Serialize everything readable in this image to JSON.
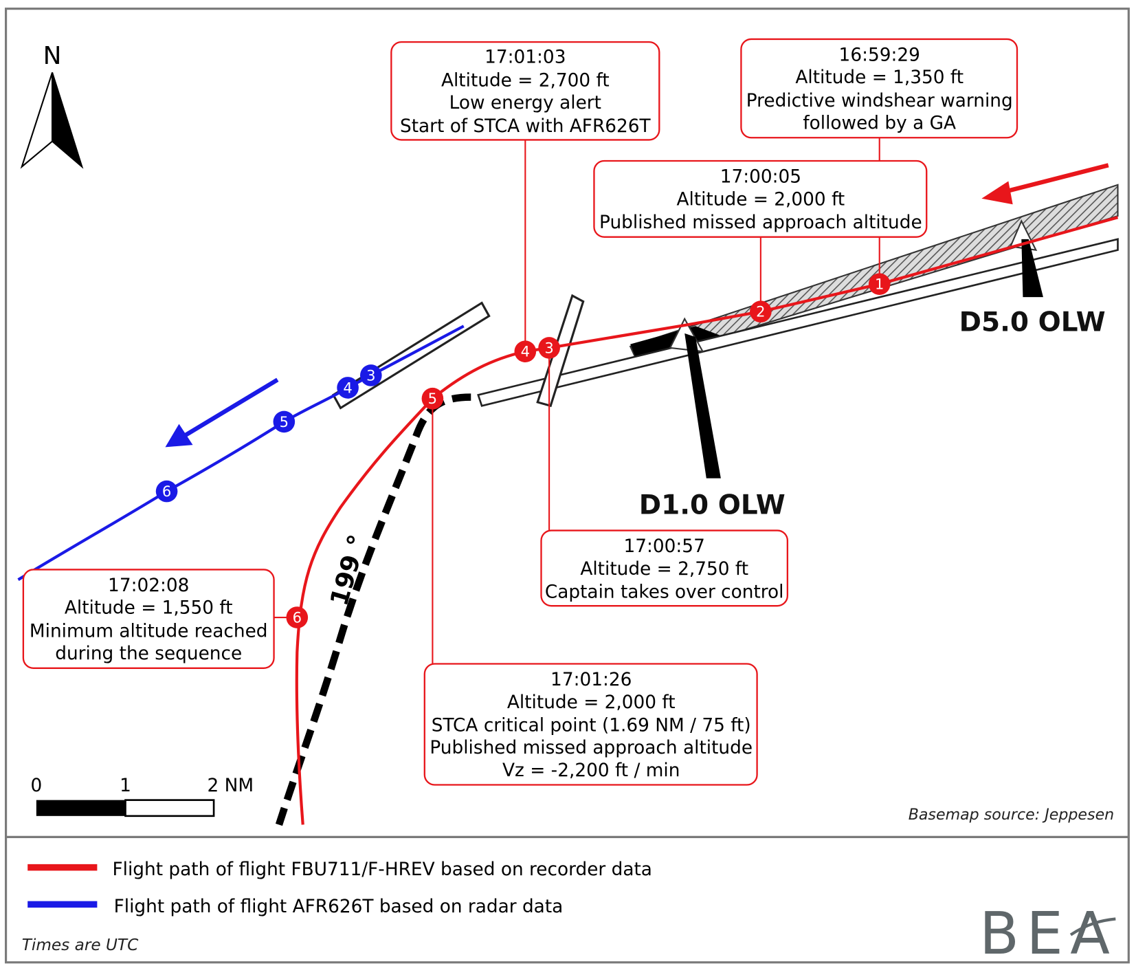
{
  "map": {
    "north_label": "N",
    "labels": {
      "d5": "D5.0 OLW",
      "d1": "D1.0 OLW",
      "heading": "199 °"
    },
    "basemap_source": "Basemap source: Jeppesen",
    "scale": {
      "t0": "0",
      "t1": "1",
      "t2": "2 NM"
    },
    "callouts": {
      "c1": [
        "16:59:29",
        "Altitude = 1,350 ft",
        "Predictive windshear warning",
        "followed by a GA"
      ],
      "c2": [
        "17:00:05",
        "Altitude = 2,000 ft",
        "Published missed approach altitude"
      ],
      "c3": [
        "17:00:57",
        "Altitude = 2,750 ft",
        "Captain takes over control"
      ],
      "c4": [
        "17:01:03",
        "Altitude = 2,700 ft",
        "Low energy alert",
        "Start of STCA with AFR626T"
      ],
      "c5": [
        "17:01:26",
        "Altitude = 2,000 ft",
        "STCA critical point (1.69 NM / 75 ft)",
        "Published missed approach altitude",
        "Vz = -2,200 ft / min"
      ],
      "c6": [
        "17:02:08",
        "Altitude = 1,550 ft",
        "Minimum altitude reached",
        "during the sequence"
      ]
    },
    "red_points": [
      "1",
      "2",
      "3",
      "4",
      "5",
      "6"
    ],
    "blue_points": [
      "3",
      "4",
      "5",
      "6"
    ]
  },
  "legend": {
    "red": "Flight path of flight FBU711/F-HREV based on recorder data",
    "blue": "Flight path of flight AFR626T based on radar data",
    "note": "Times are UTC",
    "logo": "BEA"
  },
  "colors": {
    "red": "#e8161b",
    "blue": "#1a1ae6",
    "logo": "#5f676a"
  }
}
